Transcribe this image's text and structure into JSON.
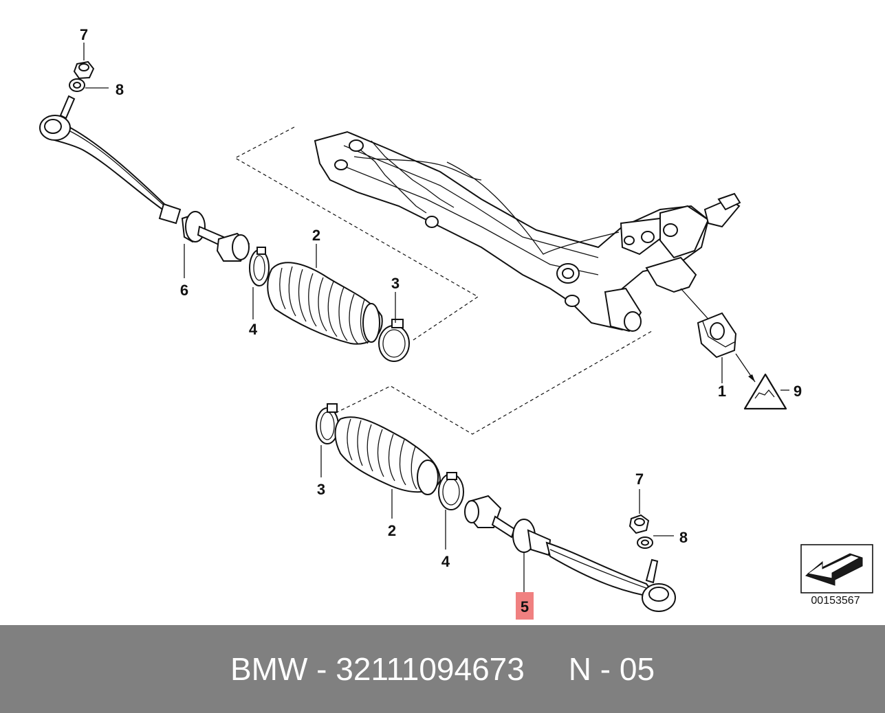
{
  "callouts": {
    "c1": "1",
    "c2_top": "2",
    "c2_bottom": "2",
    "c3_top": "3",
    "c3_bottom": "3",
    "c4_top": "4",
    "c4_bottom": "4",
    "c5": "5",
    "c6": "6",
    "c7_top": "7",
    "c7_bottom": "7",
    "c8_top": "8",
    "c8_bottom": "8",
    "c9": "9"
  },
  "highlight_color": "#f08080",
  "reference_number": "00153567",
  "footer": {
    "brand": "BMW",
    "separator": " - ",
    "part_number": "32111094673",
    "gap": "     ",
    "position_label": "N - 05"
  },
  "footer_color": "#808080"
}
